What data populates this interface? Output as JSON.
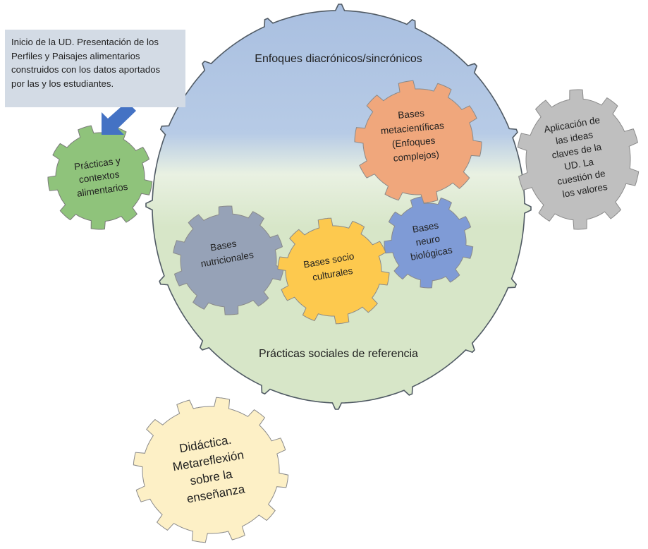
{
  "note": {
    "lines": [
      "Inicio de la UD. Presentación de los",
      "Perfiles y Paisajes alimentarios",
      "construidos con los datos aportados",
      "por las y los estudiantes."
    ]
  },
  "big_circle": {
    "top_label": "Enfoques diacrónicos/sincrónicos",
    "bottom_label": "Prácticas sociales de referencia"
  },
  "gears": {
    "practicas": {
      "lines": [
        "Prácticas y",
        "contextos",
        "alimentarios"
      ],
      "color": "#8fc37b"
    },
    "metacientificas": {
      "lines": [
        "Bases",
        "metacientíficas",
        "(Enfoques",
        "complejos)"
      ],
      "color": "#f0a77c"
    },
    "aplicacion": {
      "lines": [
        "Aplicación de",
        "las ideas",
        "claves de la",
        "UD. La",
        "cuestión de",
        "los valores"
      ],
      "color": "#bfbfbf"
    },
    "nutricionales": {
      "lines": [
        "Bases",
        "nutricionales"
      ],
      "color": "#96a2b7"
    },
    "socioculturales": {
      "lines": [
        "Bases socio",
        "culturales"
      ],
      "color": "#fdc94e"
    },
    "neurobiologicas": {
      "lines": [
        "Bases",
        "neuro",
        "biológicas"
      ],
      "color": "#7f9bd6"
    },
    "didactica": {
      "lines": [
        "Didáctica.",
        "Metareflexión",
        "sobre la",
        "enseñanza"
      ],
      "color": "#fdf0c6"
    }
  },
  "colors": {
    "arrow": "#4472c4",
    "note_bg": "#d3dbe5",
    "circle_top": "#a9bfe0",
    "circle_bottom": "#d7e6c8",
    "outline": "#505a64"
  }
}
